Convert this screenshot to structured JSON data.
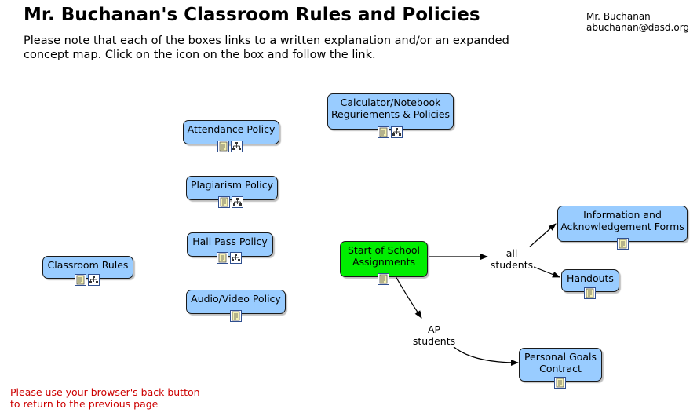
{
  "header": {
    "title": "Mr. Buchanan's Classroom Rules and Policies",
    "intro": "Please note that each of the boxes links to a written explanation and/or an expanded concept map. Click on the icon on the box and follow the link.",
    "author_name": "Mr. Buchanan",
    "author_email": "abuchanan@dasd.org"
  },
  "footer": {
    "back_line1": "Please use your browser's back button",
    "back_line2": "to return to the previous page"
  },
  "colors": {
    "node": "#99ccff",
    "start_node": "#00ee00",
    "note": "#cc0000"
  },
  "nodes": {
    "calculator": {
      "line1": "Calculator/Notebook",
      "line2": "Reguriements & Policies",
      "icons": [
        "document-icon",
        "concept-map-icon"
      ]
    },
    "attendance": {
      "line1": "Attendance Policy",
      "icons": [
        "document-icon",
        "concept-map-icon"
      ]
    },
    "plagiarism": {
      "line1": "Plagiarism Policy",
      "icons": [
        "document-icon",
        "concept-map-icon"
      ]
    },
    "hallpass": {
      "line1": "Hall Pass Policy",
      "icons": [
        "document-icon",
        "concept-map-icon"
      ]
    },
    "audiovideo": {
      "line1": "Audio/Video Policy",
      "icons": [
        "document-icon"
      ]
    },
    "classroom": {
      "line1": "Classroom Rules",
      "icons": [
        "document-icon",
        "concept-map-icon"
      ]
    },
    "start": {
      "line1": "Start of School",
      "line2": "Assignments",
      "icons": [
        "document-icon"
      ]
    },
    "info": {
      "line1": "Information and",
      "line2": "Acknowledgement Forms",
      "icons": [
        "document-icon"
      ]
    },
    "handouts": {
      "line1": "Handouts",
      "icons": [
        "document-icon"
      ]
    },
    "goals": {
      "line1": "Personal Goals",
      "line2": "Contract",
      "icons": [
        "document-icon"
      ]
    }
  },
  "links": {
    "all_line1": "all",
    "all_line2": "students",
    "ap_line1": "AP",
    "ap_line2": "students"
  }
}
